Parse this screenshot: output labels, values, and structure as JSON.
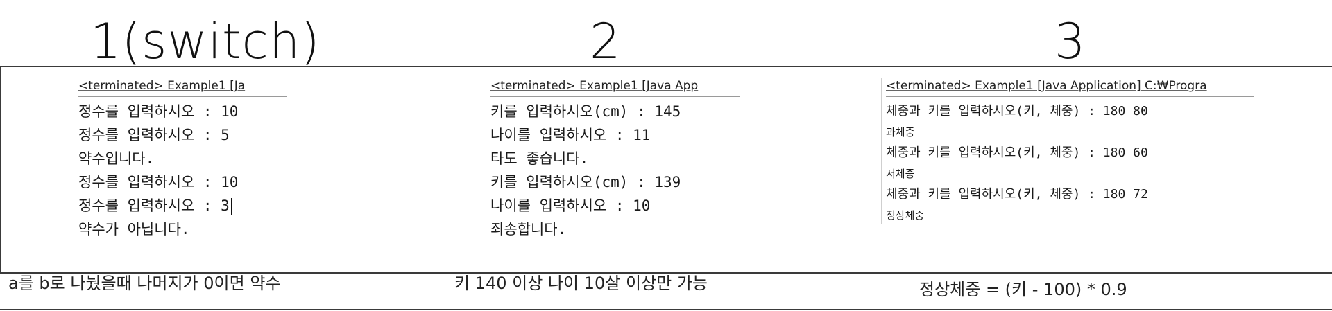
{
  "headings": [
    "1(switch)",
    "2",
    "3"
  ],
  "consoles": [
    {
      "title": "<terminated> Example1 [Ja",
      "lines": [
        "정수를 입력하시오 : 10",
        "정수를 입력하시오 : 5",
        "약수입니다.",
        "정수를 입력하시오 : 10",
        "정수를 입력하시오 : 3",
        "약수가 아닙니다."
      ]
    },
    {
      "title": "<terminated> Example1 [Java App",
      "lines": [
        "키를 입력하시오(cm) : 145",
        "나이를 입력하시오 : 11",
        "타도 좋습니다.",
        "키를 입력하시오(cm) : 139",
        "나이를 입력하시오 : 10",
        "죄송합니다."
      ]
    },
    {
      "title": "<terminated> Example1 [Java Application] C:₩Progra",
      "lines": [
        "체중과 키를 입력하시오(키, 체중) : 180 80",
        "과체중",
        "체중과 키를 입력하시오(키, 체중) : 180 60",
        "저체중",
        "체중과 키를 입력하시오(키, 체중) : 180 72",
        "정상체중"
      ]
    }
  ],
  "captions": [
    "a를 b로 나눴을때 나머지가 0이면 약수",
    "키 140 이상 나이 10살 이상만 가능",
    "정상체중 = (키 - 100) * 0.9"
  ]
}
